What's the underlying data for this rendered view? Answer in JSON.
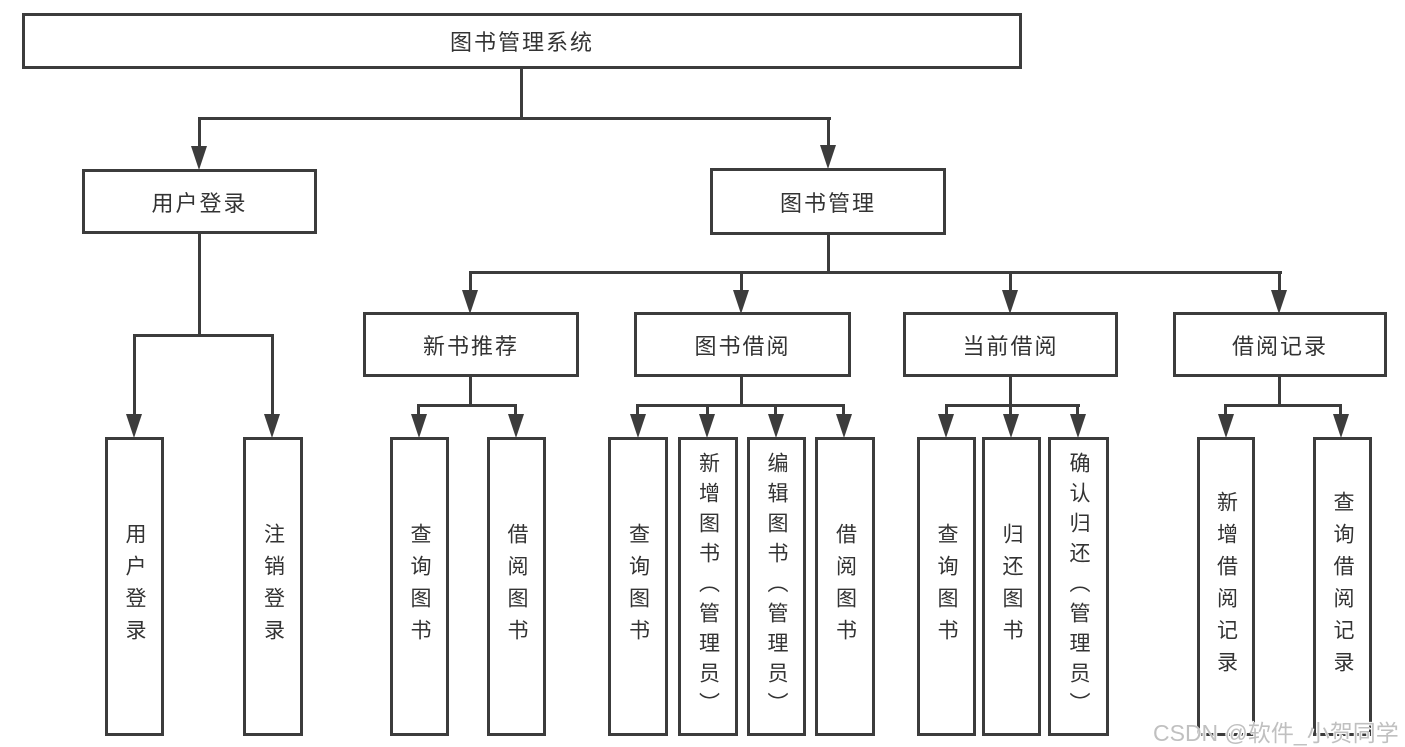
{
  "diagram": {
    "root": {
      "label": "图书管理系统"
    },
    "user_login": {
      "label": "用户登录",
      "children": [
        {
          "label": "用户登录"
        },
        {
          "label": "注销登录"
        }
      ]
    },
    "book_management": {
      "label": "图书管理",
      "sections": [
        {
          "label": "新书推荐",
          "children": [
            {
              "label": "查询图书"
            },
            {
              "label": "借阅图书"
            }
          ]
        },
        {
          "label": "图书借阅",
          "children": [
            {
              "label": "查询图书"
            },
            {
              "label": "新增图书（管理员）"
            },
            {
              "label": "编辑图书（管理员）"
            },
            {
              "label": "借阅图书"
            }
          ]
        },
        {
          "label": "当前借阅",
          "children": [
            {
              "label": "查询图书"
            },
            {
              "label": "归还图书"
            },
            {
              "label": "确认归还（管理员）"
            }
          ]
        },
        {
          "label": "借阅记录",
          "children": [
            {
              "label": "新增借阅记录"
            },
            {
              "label": "查询借阅记录"
            }
          ]
        }
      ]
    }
  },
  "watermark": {
    "text": "CSDN @软件_小贺同学"
  },
  "colors": {
    "line": "#3c3c3c",
    "text": "#333333",
    "background": "#ffffff",
    "watermark": "#c0c0c0"
  }
}
